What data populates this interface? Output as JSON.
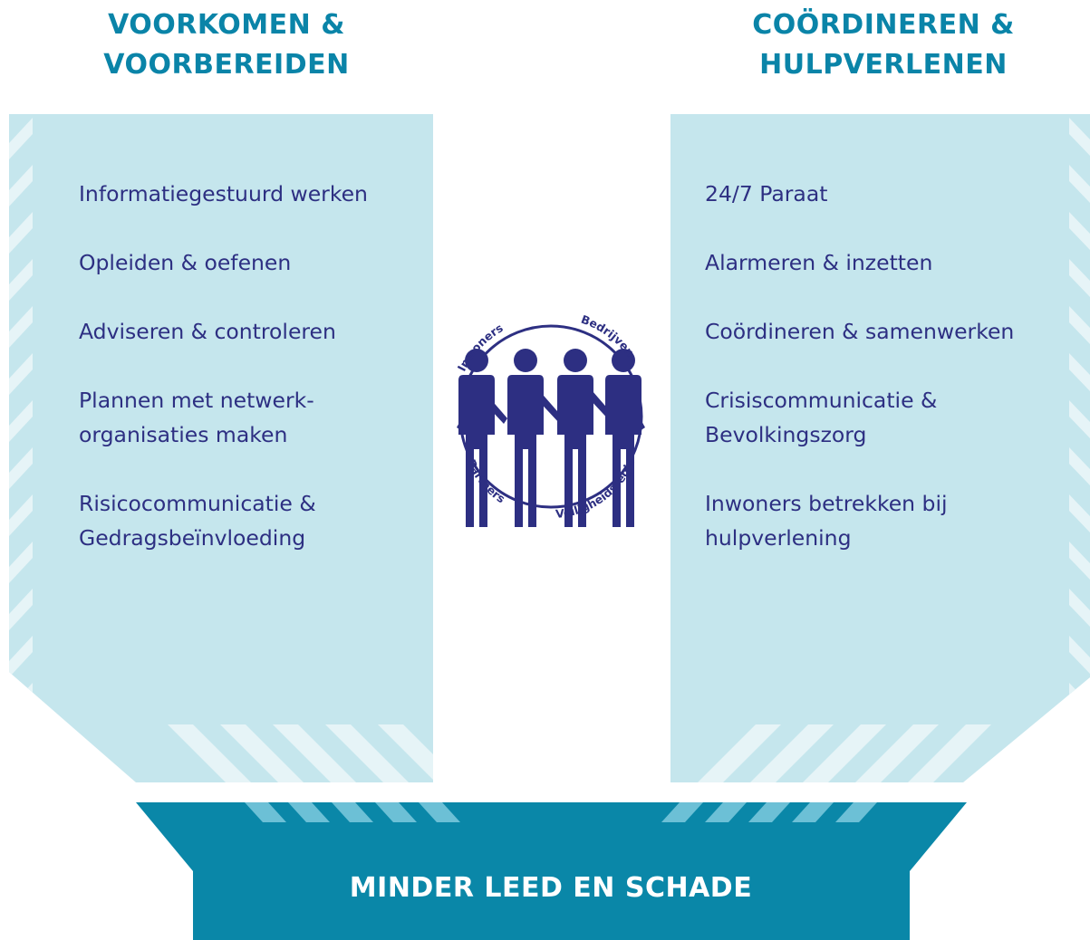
{
  "left_column": {
    "title_lines": [
      "VOORKOMEN &",
      "VOORBEREIDEN"
    ],
    "items": [
      {
        "lines": [
          "Informatiegestuurd werken"
        ]
      },
      {
        "lines": [
          "Opleiden & oefenen"
        ]
      },
      {
        "lines": [
          "Adviseren & controleren"
        ]
      },
      {
        "lines": [
          "Plannen met netwerk-",
          "organisaties maken"
        ]
      },
      {
        "lines": [
          "Risicocommunicatie &",
          "Gedragsbeïnvloeding"
        ]
      }
    ]
  },
  "right_column": {
    "title_lines": [
      "COÖRDINEREN &",
      "HULPVERLENEN"
    ],
    "items": [
      {
        "lines": [
          "24/7 Paraat"
        ]
      },
      {
        "lines": [
          "Alarmeren & inzetten"
        ]
      },
      {
        "lines": [
          "Coördineren & samenwerken"
        ]
      },
      {
        "lines": [
          "Crisiscommunicatie &",
          "Bevolkingszorg"
        ]
      },
      {
        "lines": [
          "Inwoners betrekken bij",
          "hulpverlening"
        ]
      }
    ]
  },
  "logo": {
    "labels": {
      "top_left": "Inwoners",
      "top_right": "Bedrijven",
      "bottom_left": "Partners",
      "bottom_right": "Veiligheidsregio"
    }
  },
  "bottom_banner": {
    "label": "MINDER LEED EN SCHADE"
  },
  "colors": {
    "heading": "#0a84a8",
    "panel": "#c5e6ed",
    "stripe": "#e6f4f7",
    "banner": "#0a87a8",
    "text": "#2d2f82"
  }
}
